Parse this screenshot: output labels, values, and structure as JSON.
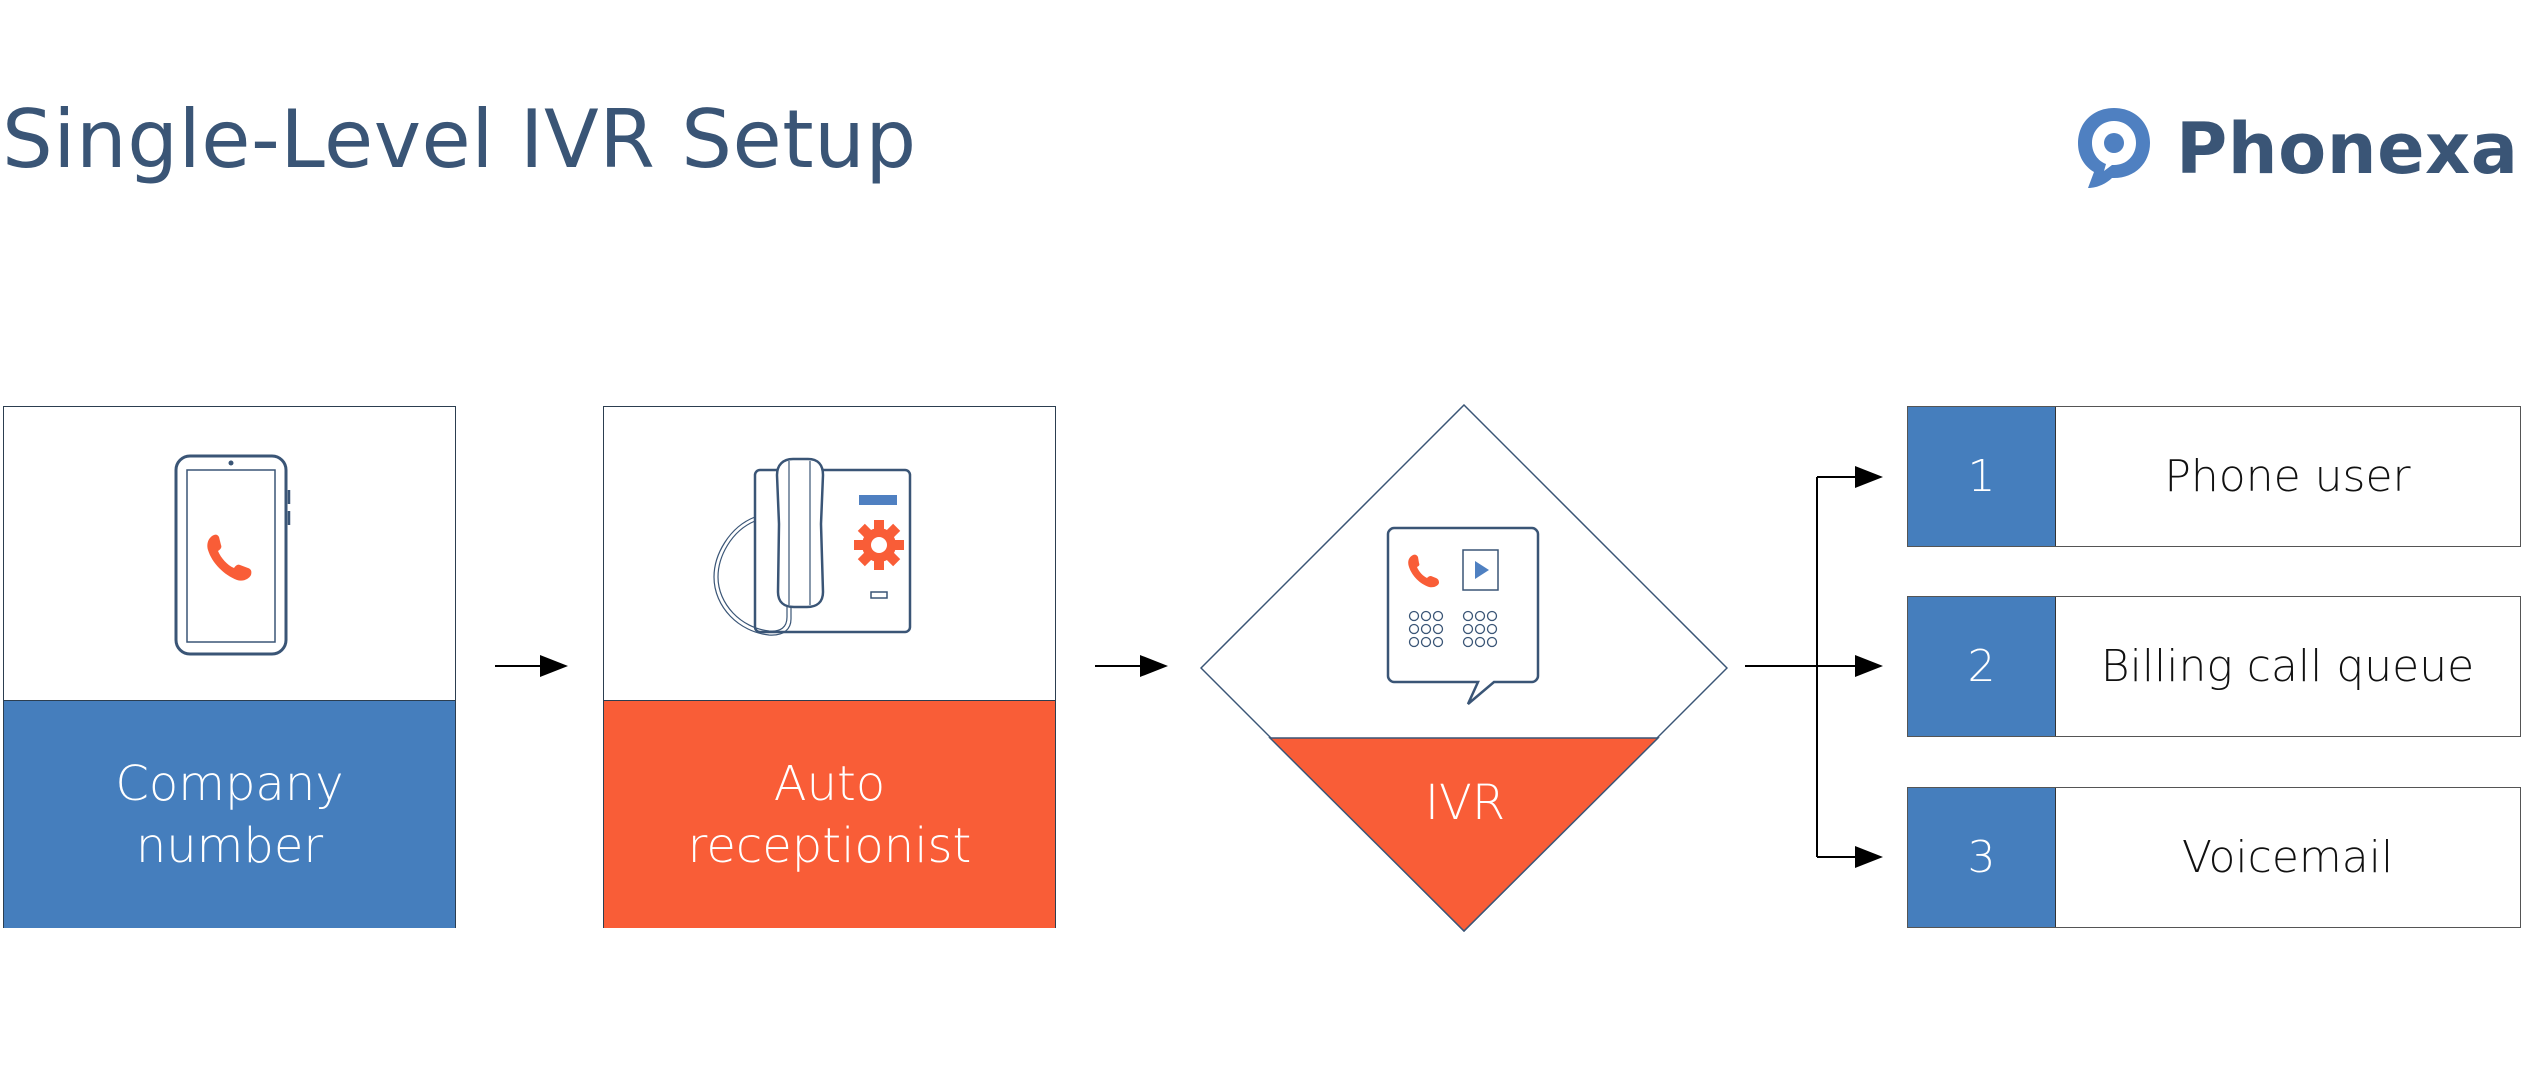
{
  "header": {
    "title": "Single-Level IVR Setup",
    "brand_name": "Phonexa",
    "brand_reg": "®",
    "brand_logo_icon": "speech-bubble-pin-logo"
  },
  "colors": {
    "title_text": "#3a5576",
    "blue": "#457ebd",
    "orange": "#f95d37",
    "outline": "#3a5576",
    "arrow": "#000000"
  },
  "flow": {
    "steps": [
      {
        "id": "company-number",
        "label_line1": "Company",
        "label_line2": "number",
        "icon": "smartphone-call-icon",
        "color": "blue"
      },
      {
        "id": "auto-receptionist",
        "label_line1": "Auto",
        "label_line2": "receptionist",
        "icon": "desk-phone-gear-icon",
        "color": "orange"
      },
      {
        "id": "ivr",
        "label": "IVR",
        "icon": "ivr-keypad-bubble-icon",
        "color": "orange"
      }
    ],
    "options": [
      {
        "key": "1",
        "label": "Phone user"
      },
      {
        "key": "2",
        "label": "Billing call queue"
      },
      {
        "key": "3",
        "label": "Voicemail"
      }
    ]
  }
}
